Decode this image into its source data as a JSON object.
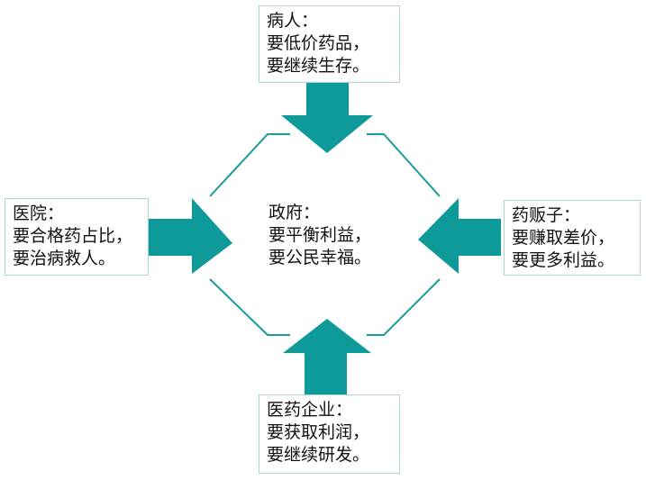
{
  "colors": {
    "arrow": "#0f9a9a",
    "octagon_line": "#1a9b9b",
    "box_border": "#a9d4d8",
    "text": "#111111"
  },
  "nodes": {
    "patient": {
      "title": "病人：",
      "lines": [
        "要低价药品，",
        "要继续生存。"
      ]
    },
    "hospital": {
      "title": "医院：",
      "lines": [
        "要合格药占比，",
        "要治病救人。"
      ]
    },
    "government": {
      "title": "政府：",
      "lines": [
        "要平衡利益，",
        "要公民幸福。"
      ]
    },
    "dealer": {
      "title": "药贩子：",
      "lines": [
        "要赚取差价，",
        "要更多利益。"
      ]
    },
    "pharma": {
      "title": "医药企业：",
      "lines": [
        "要获取利润，",
        "要继续研发。"
      ]
    }
  }
}
